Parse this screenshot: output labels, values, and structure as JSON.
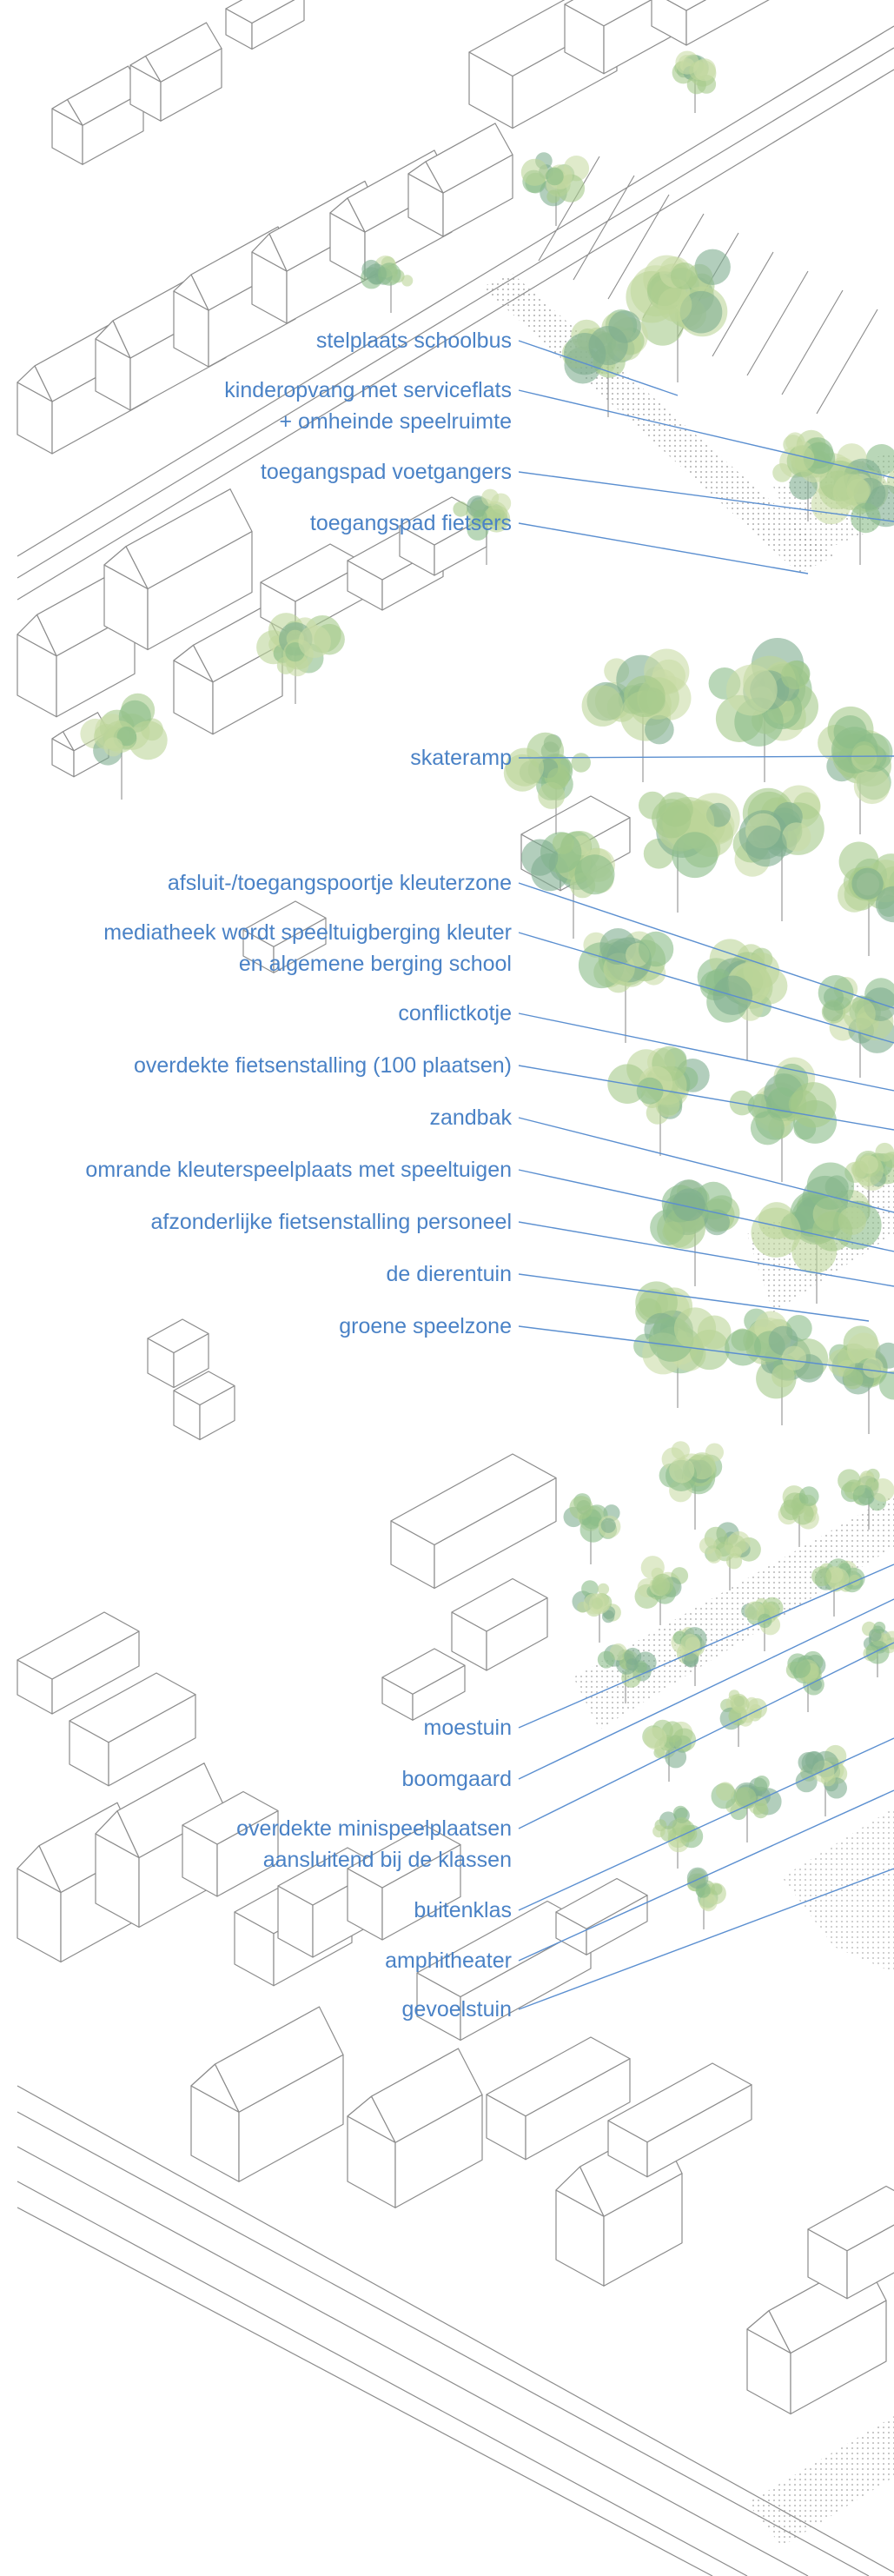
{
  "colors": {
    "label": "#4a82c6",
    "leader_line": "#5b8fd0",
    "building_stroke": "#8c8c8c",
    "foliage": [
      "#bcd59a",
      "#a5c98a",
      "#8bbd88",
      "#c9dca6",
      "#7fae8f"
    ],
    "trunk": "#9a9a9a"
  },
  "labels": {
    "stelplaats": "stelplaats schoolbus",
    "kinderopvang_1": "kinderopvang met serviceflats",
    "kinderopvang_2": "+ omheinde speelruimte",
    "voetgangers": "toegangspad voetgangers",
    "fietsers": "toegangspad fietsers",
    "skateramp": "skateramp",
    "poortje": "afsluit-/toegangspoortje kleuterzone",
    "mediatheek_1": "mediatheek wordt speeltuigberging kleuter",
    "mediatheek_2": "en algemene berging school",
    "conflictkotje": "conflictkotje",
    "fietsenstalling": "overdekte fietsenstalling (100 plaatsen)",
    "zandbak": "zandbak",
    "kleuterspeelplaats": "omrande kleuterspeelplaats met speeltuigen",
    "fietsenstalling_personeel": "afzonderlijke fietsenstalling personeel",
    "dierentuin": "de dierentuin",
    "groene_speelzone": "groene speelzone",
    "moestuin": "moestuin",
    "boomgaard": "boomgaard",
    "minispeelplaatsen_1": "overdekte minispeelplaatsen",
    "minispeelplaatsen_2": "aansluitend bij de klassen",
    "buitenklas": "buitenklas",
    "amphitheater": "amphitheater",
    "gevoelstuin": "gevoelstuin"
  },
  "icons": {
    "tree": "tree-icon",
    "building": "building-outline"
  }
}
